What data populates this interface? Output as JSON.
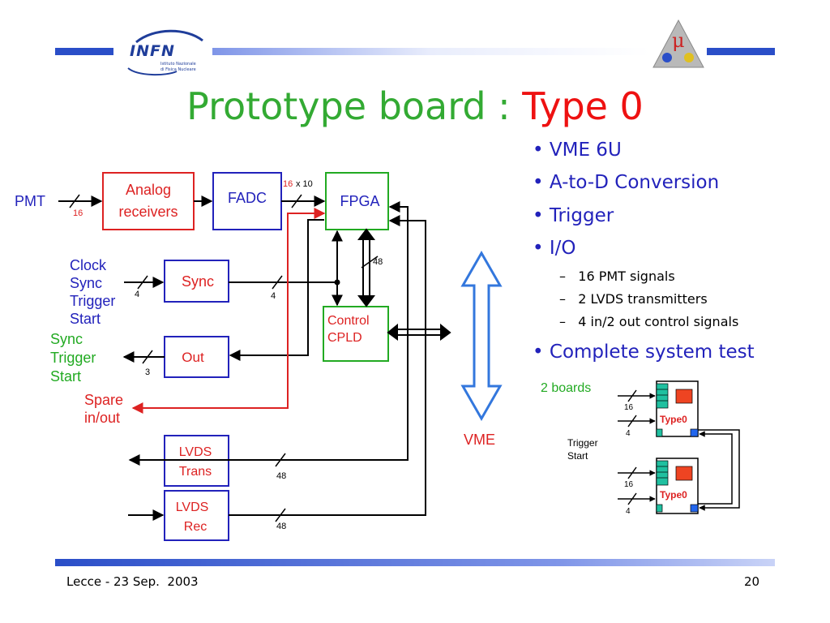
{
  "header": {
    "logo_text": "INFN",
    "logo_subtext": [
      "Istituto Nazionale",
      "di Fisica Nucleare"
    ],
    "emblem_text": "μ",
    "colors": {
      "band_dark": "#2a4ec8",
      "band_light": "#dce3fb"
    }
  },
  "slide": {
    "title_prefix": "Prototype board : ",
    "title_highlight": "Type 0",
    "title_color": "#33aa33",
    "highlight_color": "#ee1111"
  },
  "bullets": [
    {
      "marker": "•",
      "text": "VME 6U"
    },
    {
      "marker": "•",
      "text": "A-to-D Conversion"
    },
    {
      "marker": "•",
      "text": "Trigger"
    },
    {
      "marker": "•",
      "text": "I/O"
    }
  ],
  "subbullets": [
    {
      "marker": "–",
      "text": "16 PMT signals"
    },
    {
      "marker": "–",
      "text": "2 LVDS transmitters"
    },
    {
      "marker": "–",
      "text": "4 in/2 out control signals"
    }
  ],
  "final_bullet": {
    "marker": "•",
    "text": "Complete system test"
  },
  "diagram": {
    "blocks": {
      "analog": [
        "Analog",
        "receivers"
      ],
      "fadc": "FADC",
      "fpga": "FPGA",
      "sync": "Sync",
      "out": "Out",
      "cpld": [
        "Control",
        "CPLD"
      ],
      "lvds_trans": [
        "LVDS",
        "Trans"
      ],
      "lvds_rec": [
        "LVDS",
        "Rec"
      ]
    },
    "labels": {
      "pmt": "PMT",
      "inputs": [
        "Clock",
        "Sync",
        "Trigger",
        "Start"
      ],
      "outputs": [
        "Sync",
        "Trigger",
        "Start"
      ],
      "spare": [
        "Spare",
        "in/out"
      ],
      "vme": "VME"
    },
    "bus_widths": {
      "pmt": "16",
      "fadc_fpga_a": "16",
      "fadc_fpga_b": "x 10",
      "fpga_cpld": "48",
      "sync_in": "4",
      "sync_out": "4",
      "out": "3",
      "lvds_trans": "48",
      "lvds_rec": "48"
    },
    "colors": {
      "red": "#dd2222",
      "blue": "#2222bb",
      "green": "#22aa22",
      "vme_arrow": "#3377dd"
    }
  },
  "system_test": {
    "caption": "2 boards",
    "board_label": "Type0",
    "trigger_label": [
      "Trigger",
      "Start"
    ],
    "bus_widths": {
      "top_a": "16",
      "top_b": "4",
      "bottom_a": "16",
      "bottom_b": "4"
    }
  },
  "footer": {
    "left": "Lecce - 23 Sep.  2003",
    "page": "20"
  }
}
